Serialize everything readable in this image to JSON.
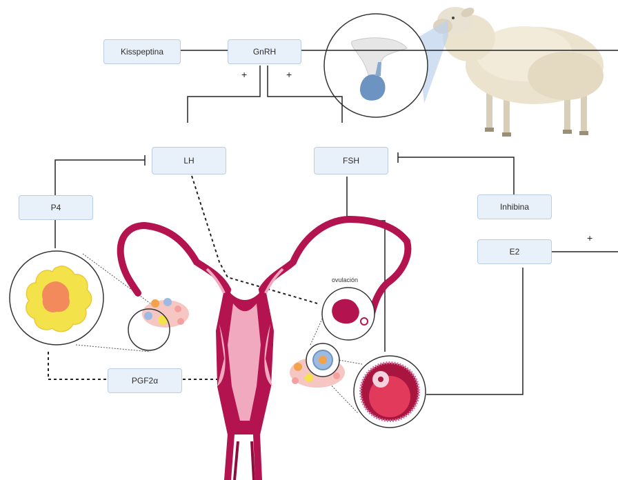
{
  "nodes": {
    "kisspeptina": "Kisspeptina",
    "gnrh": "GnRH",
    "lh": "LH",
    "fsh": "FSH",
    "p4": "P4",
    "inhibina": "Inhibina",
    "e2": "E2",
    "pgf2a": "PGF2α"
  },
  "signs": {
    "gnrh_lh": "+",
    "gnrh_fsh": "+",
    "e2_feedback": "+"
  },
  "labels": {
    "ovulacion": "ovulación"
  },
  "colors": {
    "box_fill": "#e8f0fa",
    "box_border": "#b9cde6",
    "uterus_dark": "#b3134f",
    "uterus_light": "#f0a9bf",
    "corpus_luteum_outer": "#f4e24a",
    "corpus_luteum_inner": "#f28a5c",
    "sheep_wool": "#ece3cf",
    "pituitary_blue": "#6d93c2",
    "line": "#222222"
  }
}
